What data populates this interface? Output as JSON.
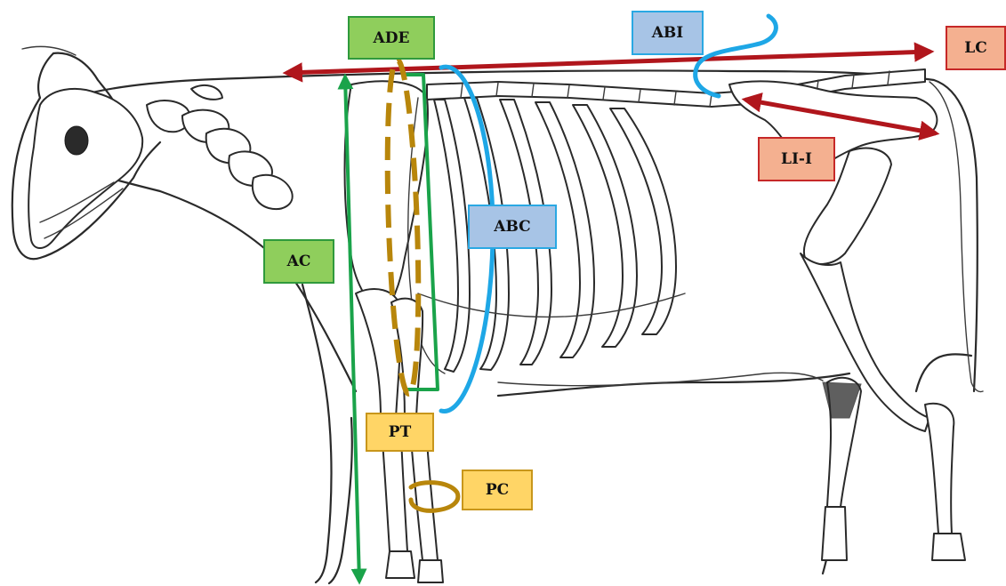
{
  "colors": {
    "green": "#1aa34a",
    "green_fill": "#8fce5c",
    "green_border": "#2f9a3c",
    "blue": "#1ea7e6",
    "blue_fill": "#a7c4e6",
    "blue_border": "#2aa8e3",
    "gold": "#b8860b",
    "gold_fill": "#ffd566",
    "gold_border": "#c8961b",
    "red": "#b0161c",
    "red_fill": "#f4b090",
    "red_border": "#c62828"
  },
  "labels": {
    "ade": "ADE",
    "abi": "ABI",
    "lc": "LC",
    "li_i": "LI-I",
    "abc": "ABC",
    "ac": "AC",
    "pt": "PT",
    "pc": "PC"
  }
}
